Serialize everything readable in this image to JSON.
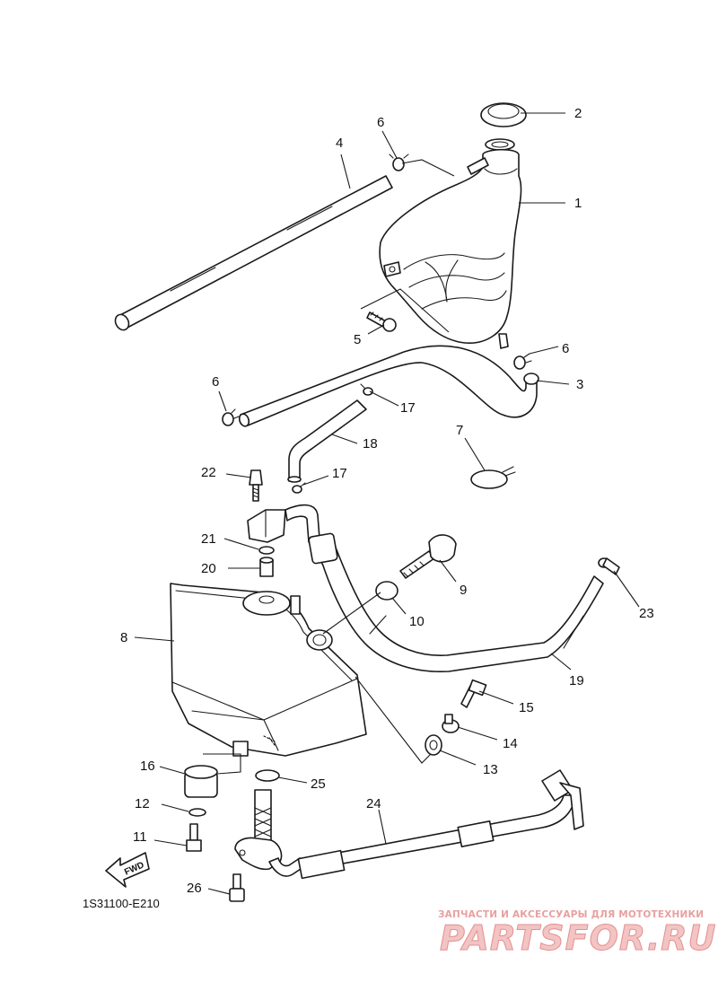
{
  "diagram": {
    "callouts": [
      {
        "id": "c2",
        "text": "2"
      },
      {
        "id": "c1",
        "text": "1"
      },
      {
        "id": "c4",
        "text": "4"
      },
      {
        "id": "c6a",
        "text": "6"
      },
      {
        "id": "c5",
        "text": "5"
      },
      {
        "id": "c6b",
        "text": "6"
      },
      {
        "id": "c3",
        "text": "3"
      },
      {
        "id": "c6c",
        "text": "6"
      },
      {
        "id": "c17a",
        "text": "17"
      },
      {
        "id": "c18",
        "text": "18"
      },
      {
        "id": "c7",
        "text": "7"
      },
      {
        "id": "c22",
        "text": "22"
      },
      {
        "id": "c17b",
        "text": "17"
      },
      {
        "id": "c21",
        "text": "21"
      },
      {
        "id": "c20",
        "text": "20"
      },
      {
        "id": "c9",
        "text": "9"
      },
      {
        "id": "c10",
        "text": "10"
      },
      {
        "id": "c23",
        "text": "23"
      },
      {
        "id": "c8",
        "text": "8"
      },
      {
        "id": "c19",
        "text": "19"
      },
      {
        "id": "c15",
        "text": "15"
      },
      {
        "id": "c14",
        "text": "14"
      },
      {
        "id": "c16",
        "text": "16"
      },
      {
        "id": "c13",
        "text": "13"
      },
      {
        "id": "c25",
        "text": "25"
      },
      {
        "id": "c12",
        "text": "12"
      },
      {
        "id": "c24",
        "text": "24"
      },
      {
        "id": "c11",
        "text": "11"
      },
      {
        "id": "c26",
        "text": "26"
      }
    ],
    "fwd_label": "FWD",
    "diagram_code": "1S31100-E210"
  },
  "watermark": {
    "tagline": "ЗАПЧАСТИ И АКСЕССУАРЫ ДЛЯ МОТОТЕХНИКИ",
    "logo_text": "PARTSFOR.RU"
  },
  "colors": {
    "line": "#1a1a1a",
    "watermark": "#e58f8f"
  }
}
